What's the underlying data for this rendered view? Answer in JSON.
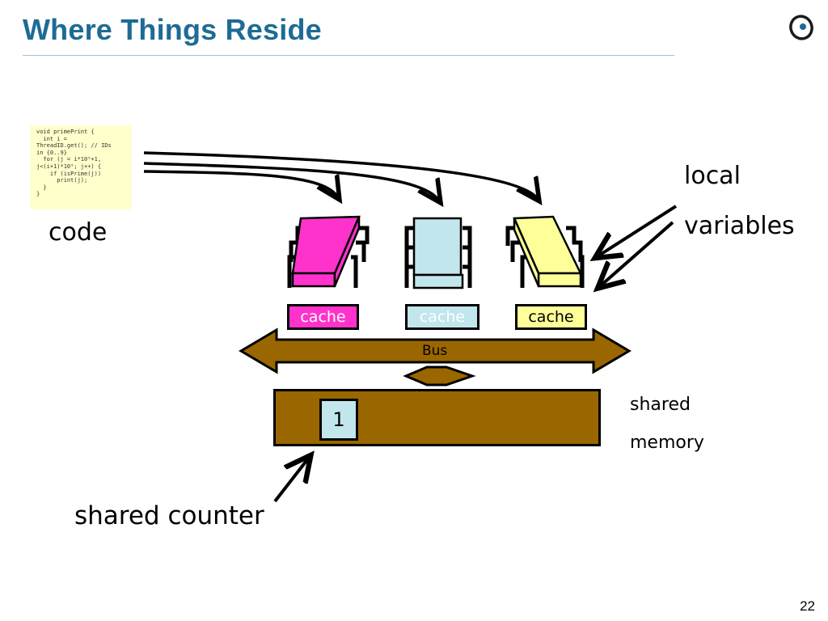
{
  "slide": {
    "title": "Where Things Reside",
    "page_number": "22"
  },
  "code": {
    "lines": [
      "void primePrint {",
      "  int i =",
      "ThreadID.get(); // IDs",
      "in {0..9}",
      "  for (j = i*10⁹+1,",
      "j<(i+1)*10⁹; j++) {",
      "    if (isPrime(j))",
      "      print(j);",
      "  }",
      "}"
    ]
  },
  "labels": {
    "code": "code",
    "local": "local",
    "variables": "variables",
    "shared": "shared",
    "memory": "memory",
    "shared_counter": "shared counter",
    "bus": "Bus"
  },
  "caches": [
    {
      "label": "cache",
      "color": "#ff33cc"
    },
    {
      "label": "cache",
      "color": "#c1e6ec"
    },
    {
      "label": "cache",
      "color": "#ffff99"
    }
  ],
  "counter": {
    "value": "1"
  },
  "colors": {
    "title": "#1e6b94",
    "bus": "#996600",
    "memory": "#996600",
    "code_background": "#ffffcc",
    "processor_magenta": "#ff33cc",
    "processor_cyan": "#c1e6ec",
    "processor_yellow": "#ffff99"
  },
  "icons": {
    "logo": "eiffel-logo-icon"
  }
}
